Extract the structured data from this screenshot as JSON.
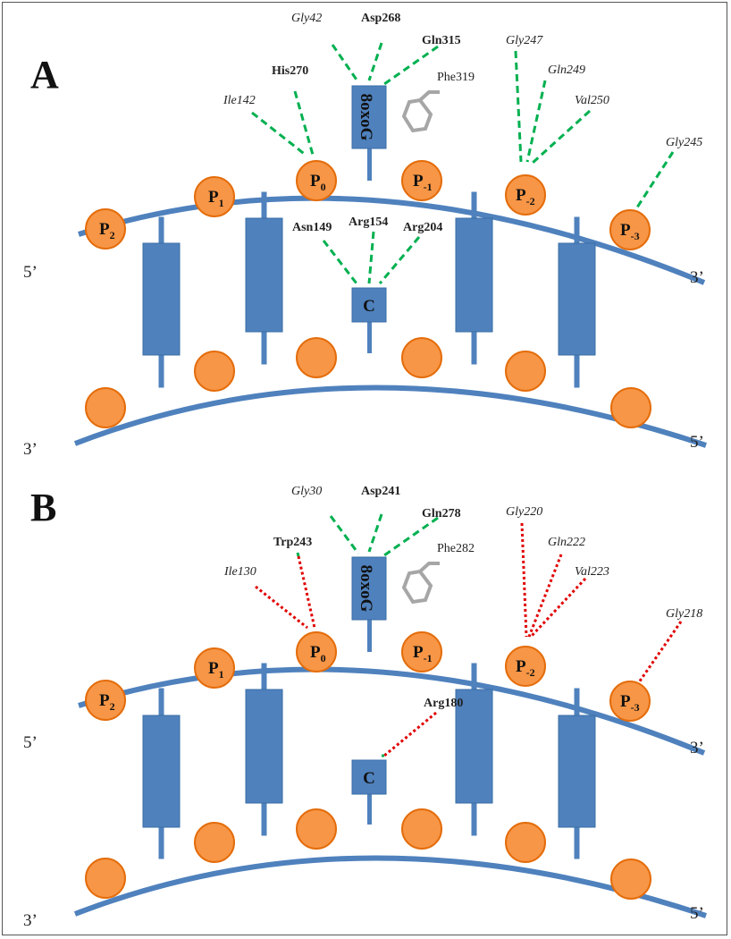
{
  "panels": [
    {
      "label": "A",
      "lesion": "8oxoG",
      "opposite_base": "C",
      "phe": "Phe319",
      "ends": {
        "top_left": "5’",
        "top_right": "3’",
        "bottom_left": "3’",
        "bottom_right": "5’"
      },
      "phosphates": [
        {
          "main": "P",
          "sub": "2"
        },
        {
          "main": "P",
          "sub": "1"
        },
        {
          "main": "P",
          "sub": "0"
        },
        {
          "main": "P",
          "sub": "-1"
        },
        {
          "main": "P",
          "sub": "-2"
        },
        {
          "main": "P",
          "sub": "-3"
        }
      ],
      "residues": [
        {
          "text": "Gly42",
          "style": "italic",
          "contact": "hbond"
        },
        {
          "text": "Asp268",
          "style": "bold",
          "contact": "hbond"
        },
        {
          "text": "Gln315",
          "style": "bold",
          "contact": "hbond"
        },
        {
          "text": "His270",
          "style": "bold",
          "contact": "hbond"
        },
        {
          "text": "Ile142",
          "style": "italic",
          "contact": "hbond"
        },
        {
          "text": "Gly247",
          "style": "italic",
          "contact": "hbond"
        },
        {
          "text": "Gln249",
          "style": "italic",
          "contact": "hbond"
        },
        {
          "text": "Val250",
          "style": "italic",
          "contact": "hbond"
        },
        {
          "text": "Gly245",
          "style": "italic",
          "contact": "hbond"
        },
        {
          "text": "Asn149",
          "style": "bold",
          "contact": "hbond"
        },
        {
          "text": "Arg154",
          "style": "bold",
          "contact": "hbond"
        },
        {
          "text": "Arg204",
          "style": "bold",
          "contact": "hbond"
        }
      ]
    },
    {
      "label": "B",
      "lesion": "8oxoG",
      "opposite_base": "C",
      "phe": "Phe282",
      "ends": {
        "top_left": "5’",
        "top_right": "3’",
        "bottom_left": "3’",
        "bottom_right": "5’"
      },
      "phosphates": [
        {
          "main": "P",
          "sub": "2"
        },
        {
          "main": "P",
          "sub": "1"
        },
        {
          "main": "P",
          "sub": "0"
        },
        {
          "main": "P",
          "sub": "-1"
        },
        {
          "main": "P",
          "sub": "-2"
        },
        {
          "main": "P",
          "sub": "-3"
        }
      ],
      "residues": [
        {
          "text": "Gly30",
          "style": "italic",
          "contact": "hbond"
        },
        {
          "text": "Asp241",
          "style": "bold",
          "contact": "hbond"
        },
        {
          "text": "Gln278",
          "style": "bold",
          "contact": "hbond"
        },
        {
          "text": "Trp243",
          "style": "bold",
          "contact": "lost"
        },
        {
          "text": "Ile130",
          "style": "italic",
          "contact": "lost"
        },
        {
          "text": "Gly220",
          "style": "italic",
          "contact": "lost"
        },
        {
          "text": "Gln222",
          "style": "italic",
          "contact": "lost"
        },
        {
          "text": "Val223",
          "style": "italic",
          "contact": "lost"
        },
        {
          "text": "Gly218",
          "style": "italic",
          "contact": "lost"
        },
        {
          "text": "Arg180",
          "style": "bold",
          "contact": "lost"
        }
      ]
    }
  ],
  "colors": {
    "backbone": "#4f81bd",
    "phosphate_fill": "#f79646",
    "phosphate_stroke": "#e46c0a",
    "hbond_line": "#00b050",
    "lost_line": "#e00000",
    "phe_ring": "#a6a6a6"
  }
}
